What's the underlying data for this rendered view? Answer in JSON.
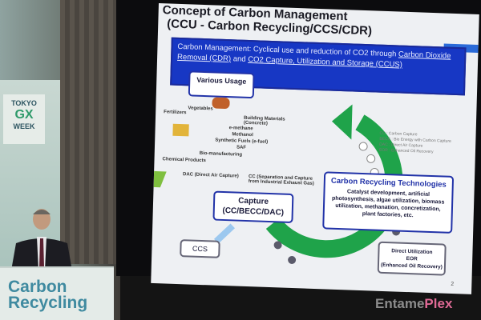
{
  "event_sign": {
    "line1": "TOKYO",
    "line2": "GX",
    "line3": "WEEK"
  },
  "podium": {
    "line1": "Carbon",
    "line2": "Recycling"
  },
  "slide": {
    "title_line1": "Concept of Carbon Management",
    "title_line2": "(CCU - Carbon Recycling/CCS/CDR)",
    "banner_prefix": "Carbon Management: Cyclical use and reduction of CO2 through ",
    "banner_link1": "Carbon Dioxide Removal (CDR)",
    "banner_mid": " and ",
    "banner_link2": "CO2 Capture, Utilization and Storage (CCUS)",
    "various_usage": "Various Usage",
    "labels": {
      "fertilizers": "Fertilizers",
      "vegetables": "Vegetables",
      "building": "Building Materials (Concrete)",
      "emethane": "e-methane",
      "methanol": "Methanol",
      "fuels": "Synthetic Fuels (e-fuel)",
      "saf": "SAF",
      "biomanufacturing": "Bio-manufacturing",
      "chemical": "Chemical Products",
      "dac": "DAC (Direct Air Capture)",
      "cc": "CC (Separation and Capture from Industrial Exhaust Gas)"
    },
    "legend": [
      "CC : Carbon Capture",
      "BECS : Bio Energy with Carbon Capture",
      "DAC : Direct Air Capture",
      "EOR : Enhanced Oil Recovery"
    ],
    "crt_title": "Carbon Recycling Technologies",
    "crt_body": "Catalyst development, artificial photosynthesis, algae utilization, biomass utilization, methanation, concretization, plant factories, etc.",
    "capture_line1": "Capture",
    "capture_line2": "(CC/BECC/DAC)",
    "ccs": "CCS",
    "direct_line1": "Direct Utilization",
    "direct_line2": "EOR",
    "direct_line3": "(Enhanced Oil Recovery)",
    "page_number": "2"
  },
  "watermark": {
    "part1": "Entame",
    "part2": "Plex"
  },
  "colors": {
    "ring": "#1fa34a",
    "banner": "#1737c4",
    "box_border": "#2233a8"
  }
}
